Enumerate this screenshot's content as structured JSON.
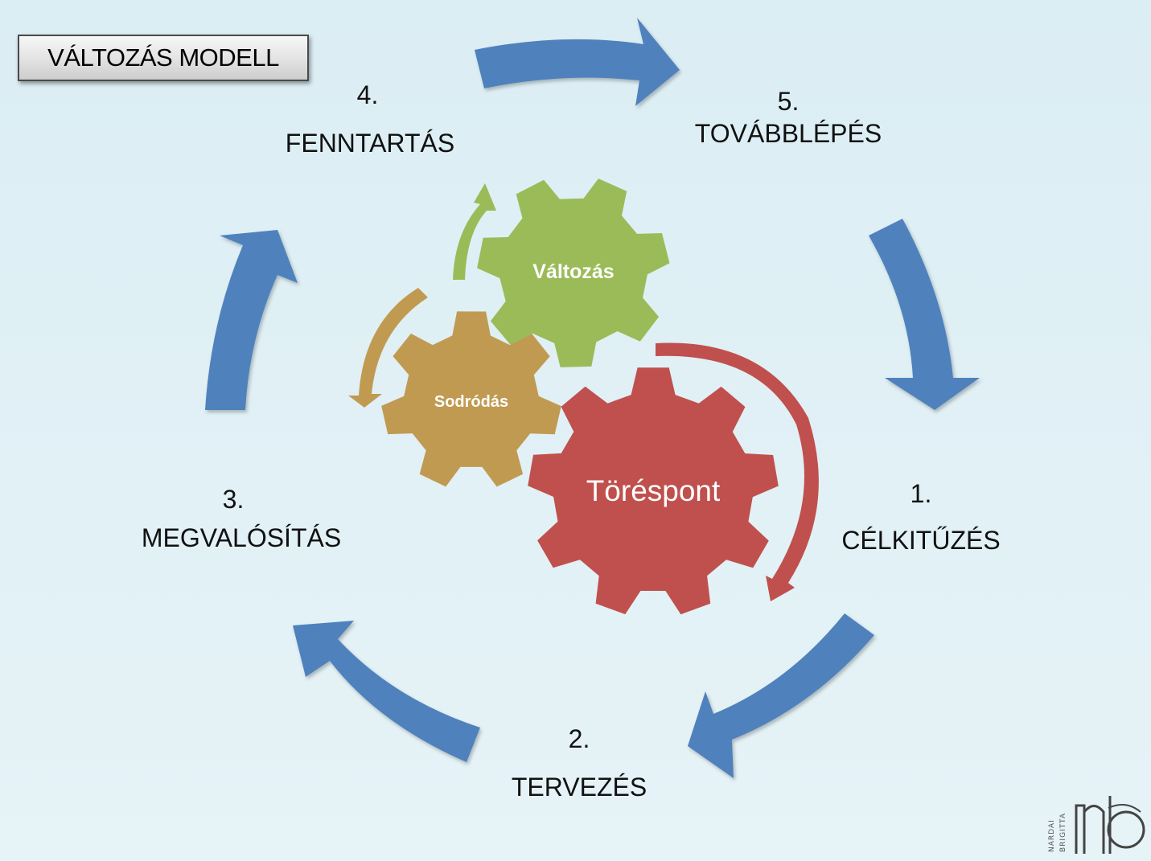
{
  "title": "VÁLTOZÁS MODELL",
  "stages": [
    {
      "number": "1.",
      "label": "CÉLKITŰZÉS"
    },
    {
      "number": "2.",
      "label": "TERVEZÉS"
    },
    {
      "number": "3.",
      "label": "MEGVALÓSÍTÁS"
    },
    {
      "number": "4.",
      "label": "FENNTARTÁS"
    },
    {
      "number": "5.",
      "label": "TOVÁBBLÉPÉS"
    }
  ],
  "gears": {
    "change": {
      "label": "Változás",
      "color": "#9bbb59"
    },
    "drift": {
      "label": "Sodródás",
      "color": "#c19a52"
    },
    "breakpoint": {
      "label": "Töréspont",
      "color": "#c0504d"
    }
  },
  "cycle_arrow_color": "#4f81bd",
  "logo": {
    "line1": "NARDAI",
    "line2": "BRIGITTA"
  }
}
